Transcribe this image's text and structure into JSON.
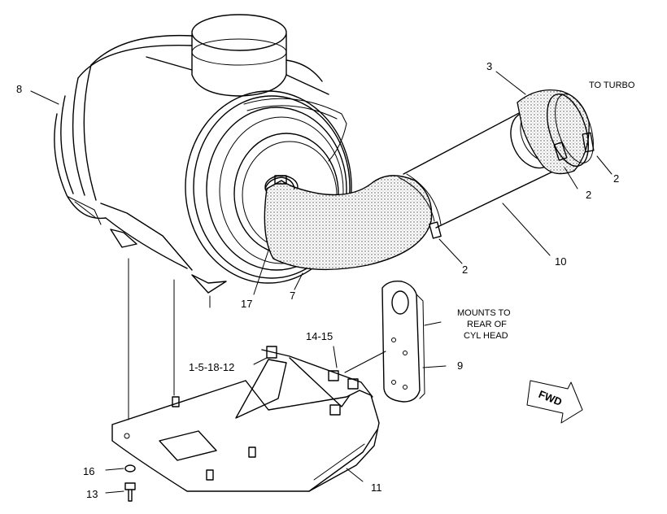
{
  "labels": {
    "l3": "3",
    "to_turbo": "TO TURBO",
    "l8": "8",
    "l2a": "2",
    "l2b": "2",
    "l2c": "2",
    "l10": "10",
    "l17": "17",
    "l7": "7",
    "mounts_line1": "MOUNTS TO",
    "mounts_line2": "REAR OF",
    "mounts_line3": "CYL HEAD",
    "l14_15": "14-15",
    "l1_5_18_12": "1-5-18-12",
    "l9": "9",
    "fwd": "FWD",
    "l16": "16",
    "l13": "13",
    "l11": "11"
  }
}
